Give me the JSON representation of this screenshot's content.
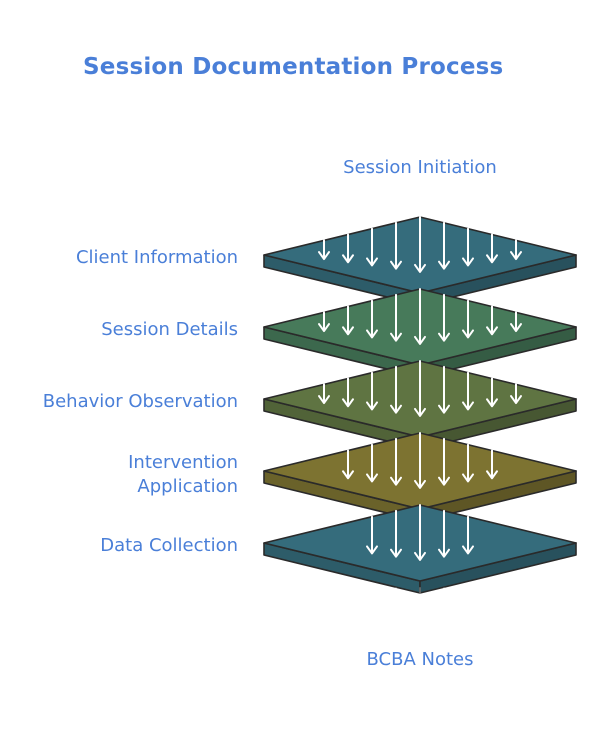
{
  "title": "Session Documentation Process",
  "top_label": "Session Initiation",
  "bottom_label": "BCBA Notes",
  "layers": [
    {
      "label": "Client Information",
      "color": "#356c7c"
    },
    {
      "label": "Session Details",
      "color": "#477a5a"
    },
    {
      "label": "Behavior Observation",
      "color": "#5f7442"
    },
    {
      "label": "Intervention Application",
      "color": "#7d7331"
    },
    {
      "label": "Data Collection",
      "color": "#356c7c"
    }
  ],
  "colors": {
    "text": "#4a7fd8",
    "arrow": "#ffffff",
    "outline": "#2a2a2a"
  }
}
